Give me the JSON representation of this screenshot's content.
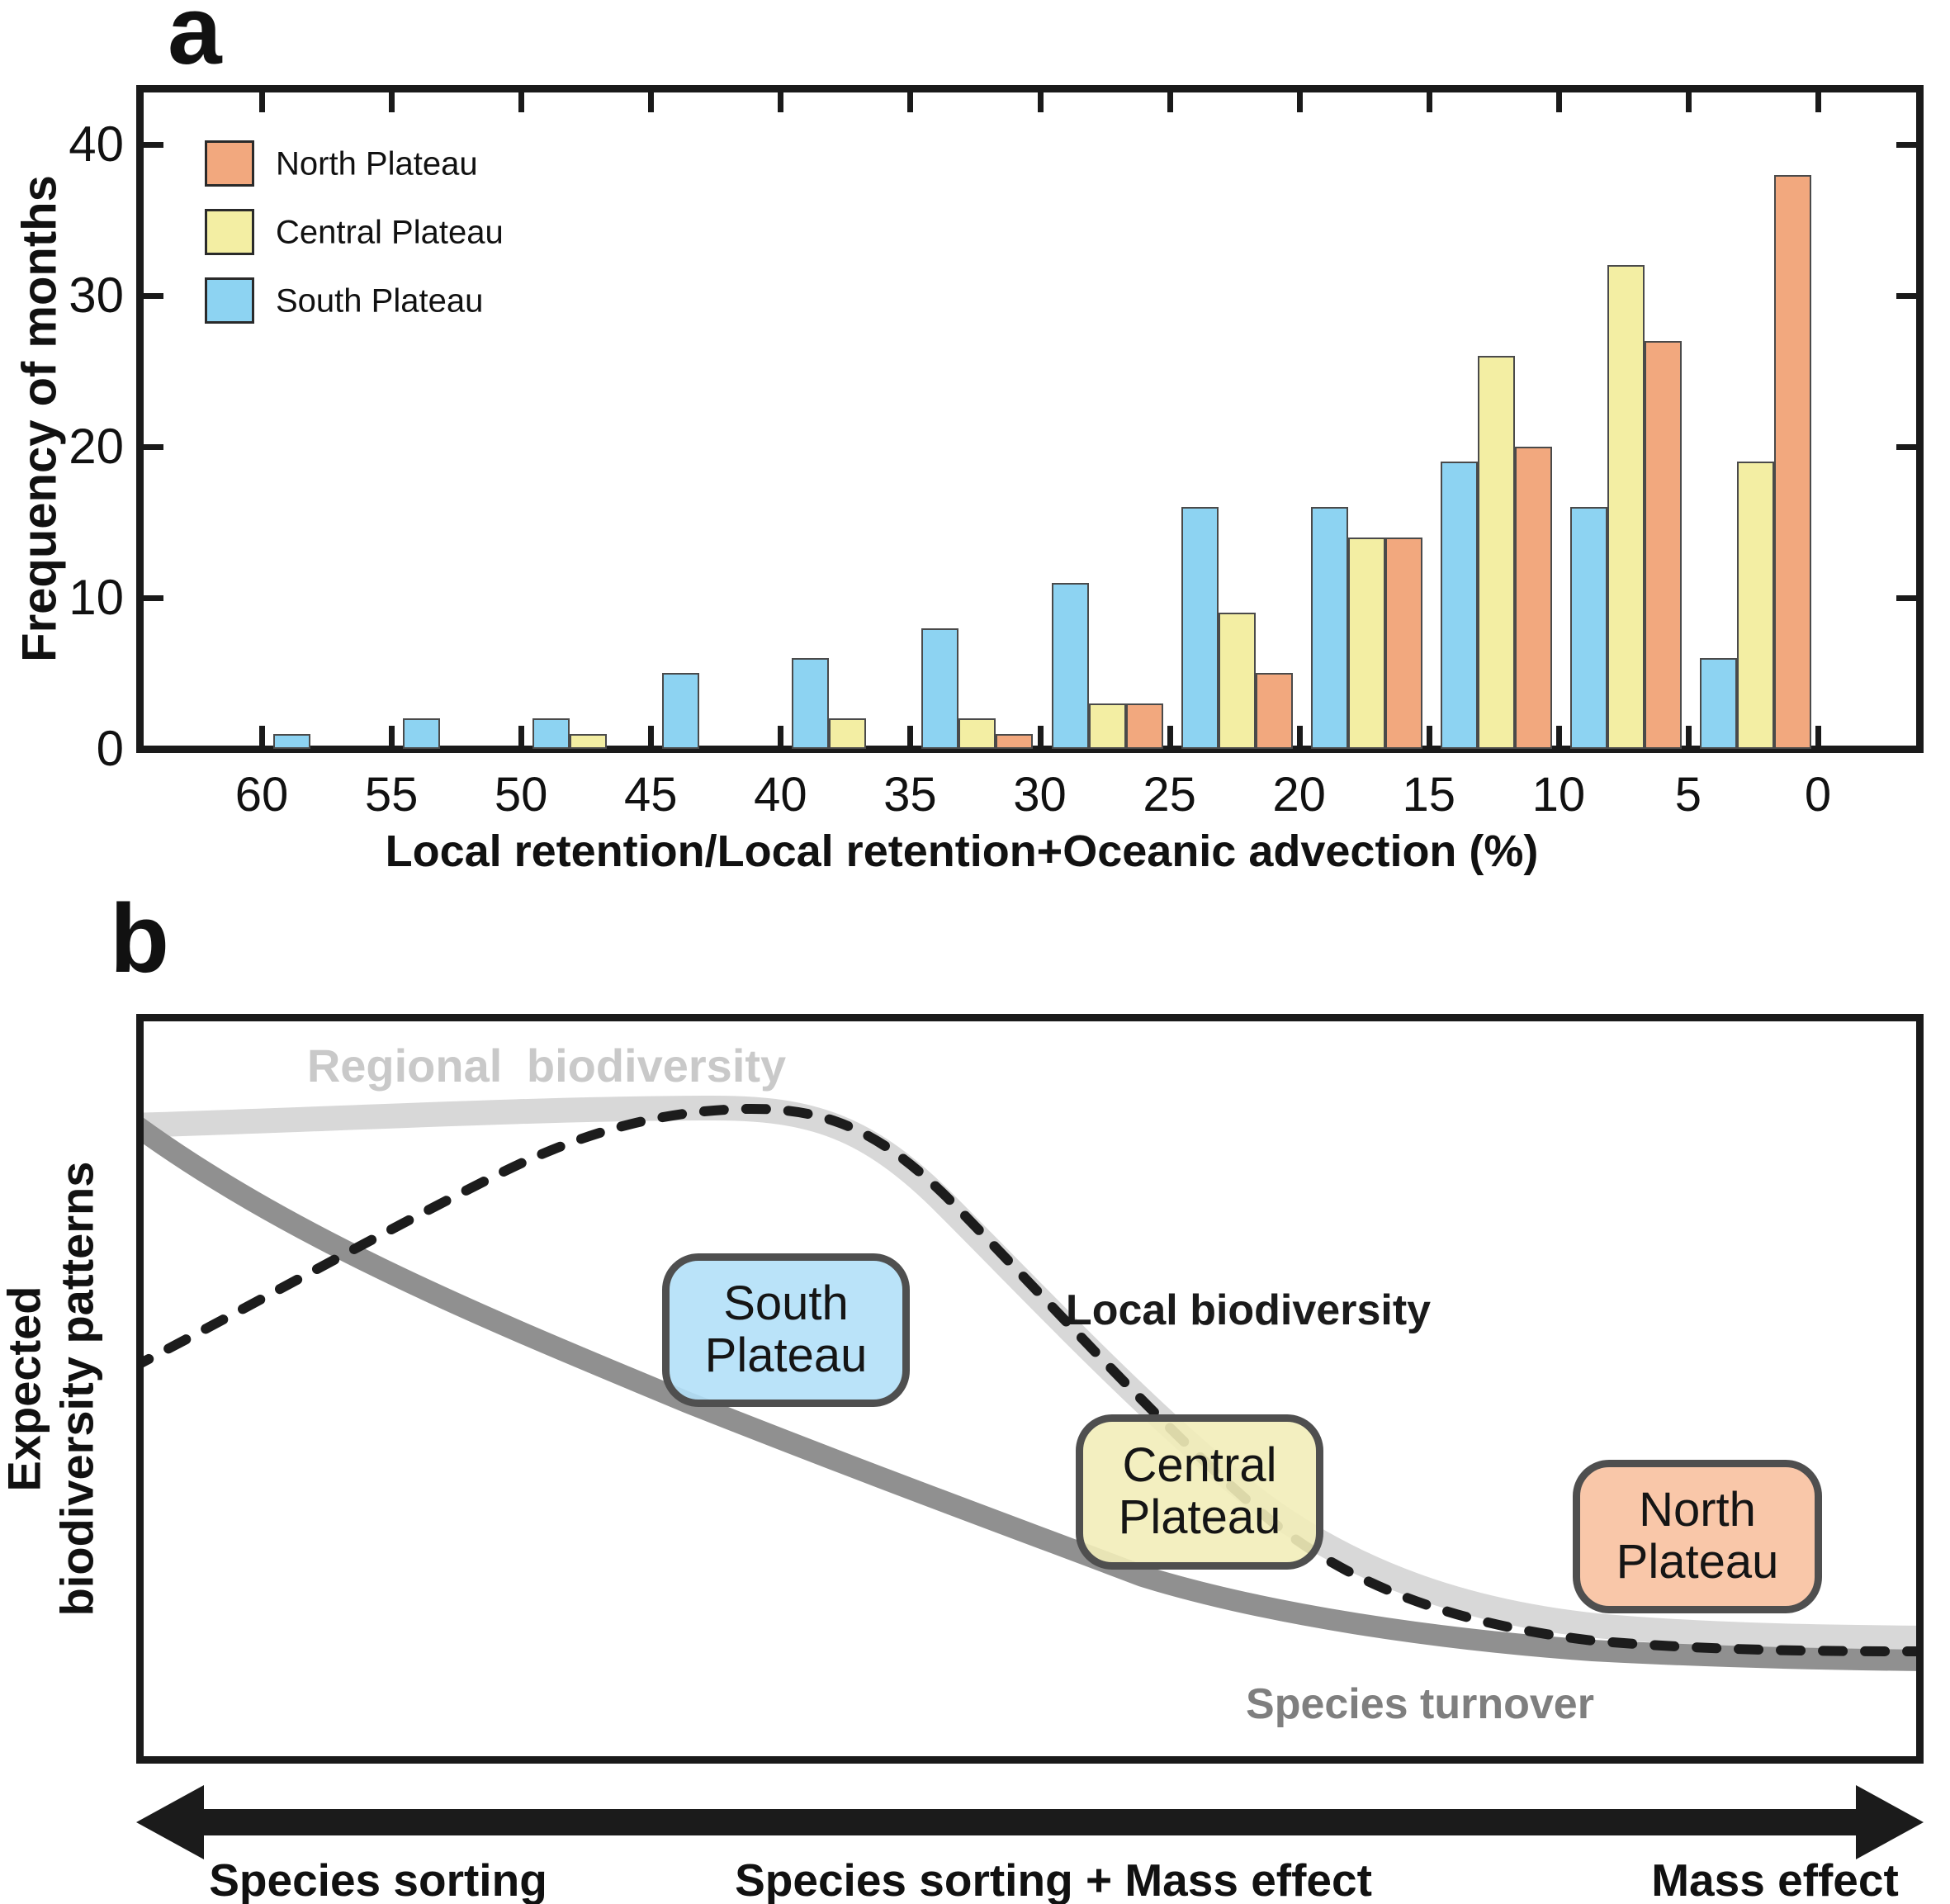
{
  "panel_a": {
    "panel_label": "a",
    "legend": [
      {
        "label": "North Plateau",
        "color": "#F2A87E"
      },
      {
        "label": "Central Plateau",
        "color": "#F3EEA3"
      },
      {
        "label": "South Plateau",
        "color": "#8DD3F2"
      }
    ],
    "chart_data": {
      "type": "bar",
      "title": "",
      "xlabel": "Local retention/Local retention+Oceanic advection (%)",
      "ylabel": "Frequency of months",
      "x_tick_labels": [
        "60",
        "55",
        "50",
        "45",
        "40",
        "35",
        "30",
        "25",
        "20",
        "15",
        "10",
        "5",
        "0"
      ],
      "y_tick_labels": [
        "0",
        "10",
        "20",
        "30",
        "40"
      ],
      "ylim": [
        0,
        43
      ],
      "x_axis_reversed": true,
      "grid": false,
      "legend_position": "upper-left-inside",
      "bins": [
        "60-55",
        "55-50",
        "50-45",
        "45-40",
        "40-35",
        "35-30",
        "30-25",
        "25-20",
        "20-15",
        "15-10",
        "10-5",
        "5-0"
      ],
      "series": [
        {
          "name": "South Plateau",
          "color": "#8DD3F2",
          "values": [
            1,
            2,
            2,
            5,
            6,
            8,
            11,
            16,
            16,
            19,
            16,
            6
          ]
        },
        {
          "name": "Central Plateau",
          "color": "#F3EEA3",
          "values": [
            0,
            0,
            1,
            0,
            2,
            2,
            3,
            9,
            14,
            26,
            32,
            19
          ]
        },
        {
          "name": "North Plateau",
          "color": "#F2A87E",
          "values": [
            0,
            0,
            0,
            0,
            0,
            1,
            3,
            5,
            14,
            20,
            27,
            38
          ]
        }
      ]
    }
  },
  "panel_b": {
    "panel_label": "b",
    "ylabel_line1": "Expected",
    "ylabel_line2": "biodiversity patterns",
    "curve_labels": {
      "regional": "Regional  biodiversity",
      "local": "Local biodiversity",
      "turnover": "Species turnover"
    },
    "curve_colors": {
      "regional_band": "#D8D8D8",
      "turnover_line": "#909090",
      "local_dashed": "#1C1C1C",
      "regional_text": "#C9C9C9",
      "local_text": "#1B1B1B",
      "turnover_text": "#7F7F7F"
    },
    "boxes": [
      {
        "line1": "South",
        "line2": "Plateau",
        "color": "rgba(178,224,248,0.90)"
      },
      {
        "line1": "Central",
        "line2": "Plateau",
        "color": "rgba(242,237,185,0.90)"
      },
      {
        "line1": "North",
        "line2": "Plateau",
        "color": "rgba(249,194,162,0.92)"
      }
    ],
    "arrow_labels": [
      "Species sorting",
      "Species sorting + Mass effect",
      "Mass effect"
    ]
  }
}
